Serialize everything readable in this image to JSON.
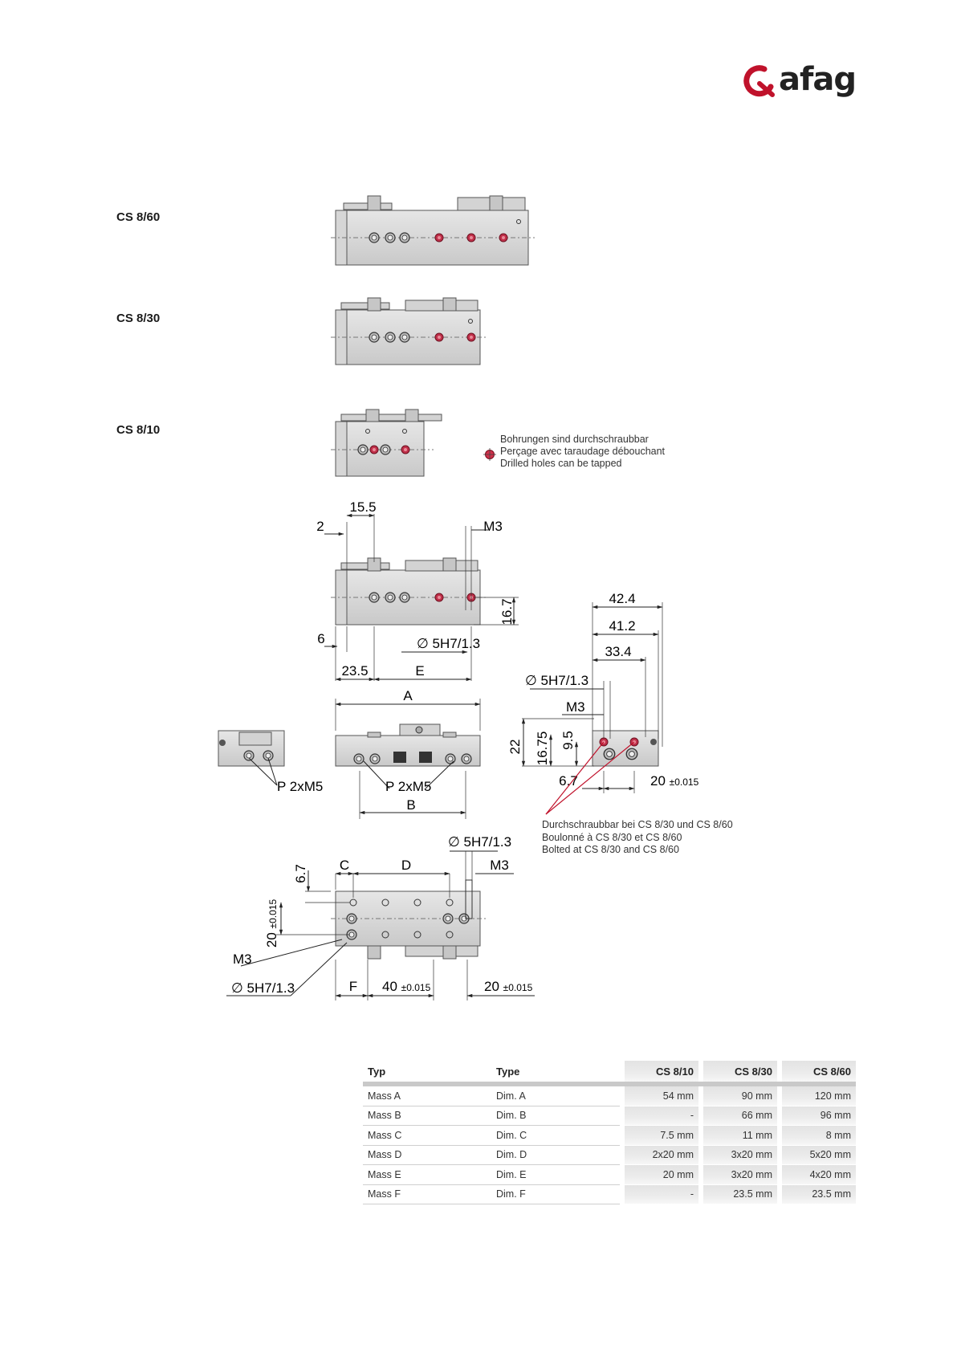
{
  "brand": {
    "name": "afag",
    "accent": "#c0122b"
  },
  "models": [
    "CS 8/60",
    "CS 8/30",
    "CS 8/10"
  ],
  "legend": {
    "icon": "tapped-hole-icon",
    "line1": "Bohrungen sind durchschraubbar",
    "line2": "Perçage avec taraudage débouchant",
    "line3": "Drilled holes can be tapped"
  },
  "note": {
    "line1": "Durchschraubbar bei CS 8/30 und CS 8/60",
    "line2": "Boulonné à CS 8/30 et CS 8/60",
    "line3": "Bolted at CS 8/30 and CS 8/60"
  },
  "dims": {
    "d2": "2",
    "d15_5": "15.5",
    "m3a": "M3",
    "d16_7": "16.7",
    "d6": "6",
    "hole_a": "5H7/1.3",
    "d23_5": "23.5",
    "dE": "E",
    "dA": "A",
    "p_side": "P 2xM5",
    "p_front": "P 2xM5",
    "dB": "B",
    "d42_4": "42.4",
    "d41_2": "41.2",
    "d33_4": "33.4",
    "hole_b": "5H7/1.3",
    "m3b": "M3",
    "d22": "22",
    "d16_75": "16.75",
    "d9_5": "9.5",
    "d6_7a": "6.7",
    "d20a": "20",
    "tol_a": "±0.015",
    "hole_c": "5H7/1.3",
    "dC": "C",
    "dD": "D",
    "m3c": "M3",
    "d6_7b": "6.7",
    "d20b": "20",
    "tol_b": "±0.015",
    "m3d": "M3",
    "hole_d": "5H7/1.3",
    "dF": "F",
    "d40": "40",
    "tol_c": "±0.015",
    "d20c": "20",
    "tol_d": "±0.015"
  },
  "table": {
    "headers": [
      "Typ",
      "Type",
      "CS 8/10",
      "CS 8/30",
      "CS 8/60"
    ],
    "rows": [
      [
        "Mass A",
        "Dim. A",
        "54 mm",
        "90 mm",
        "120 mm"
      ],
      [
        "Mass B",
        "Dim. B",
        "-",
        "66 mm",
        "96 mm"
      ],
      [
        "Mass C",
        "Dim. C",
        "7.5 mm",
        "11 mm",
        "8 mm"
      ],
      [
        "Mass D",
        "Dim. D",
        "2x20 mm",
        "3x20 mm",
        "5x20 mm"
      ],
      [
        "Mass E",
        "Dim. E",
        "20 mm",
        "3x20 mm",
        "4x20 mm"
      ],
      [
        "Mass F",
        "Dim. F",
        "-",
        "23.5 mm",
        "23.5 mm"
      ]
    ]
  }
}
